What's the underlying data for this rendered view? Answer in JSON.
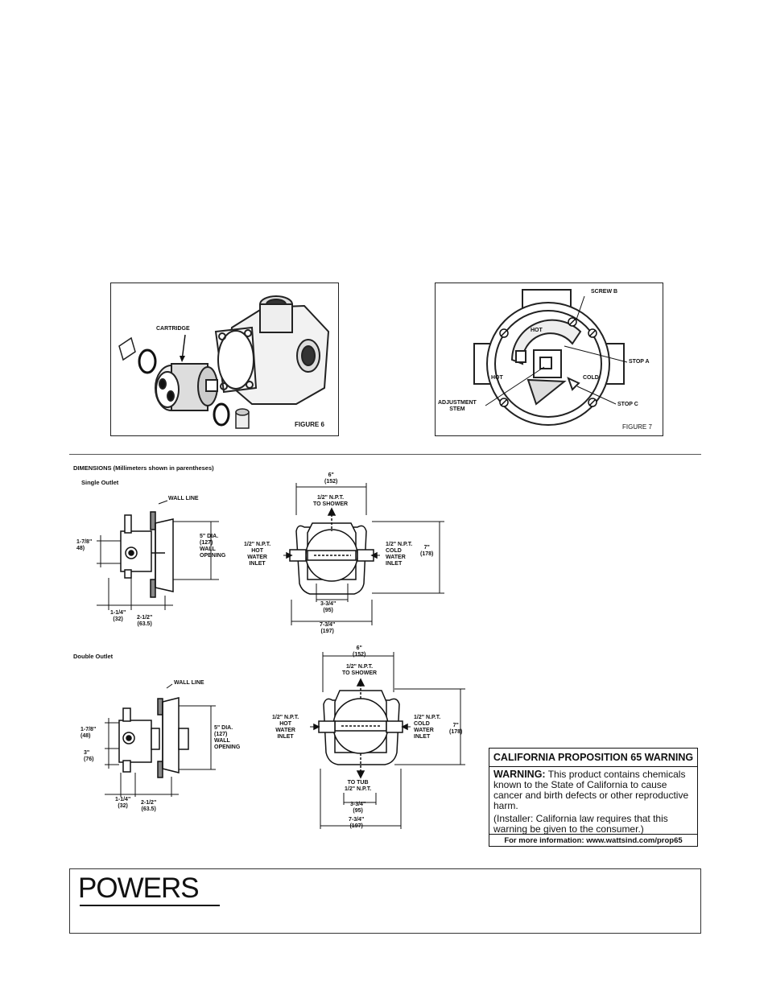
{
  "figure6": {
    "cartridge_label": "CARTRIDGE",
    "caption": "FIGURE 6"
  },
  "figure7": {
    "screw_b": "SCREW B",
    "hot_top": "HOT",
    "stop_a": "STOP A",
    "hot_left": "HOT",
    "cold": "COLD",
    "adjustment_stem": "ADJUSTMENT\nSTEM",
    "stop_c": "STOP C",
    "caption": "FIGURE 7"
  },
  "dimensions": {
    "heading_bold": "DIMENSIONS",
    "heading_rest": " (Millimeters shown in parentheses)",
    "single": {
      "title": "Single Outlet",
      "wall_line": "WALL LINE",
      "left_dim": "1-7/8\"\n48)",
      "wall_opening": "5\" DIA.\n(127)\nWALL\nOPENING",
      "dim_a": "1-1/4\"\n(32)",
      "dim_b": "2-1/2\"\n(63.5)",
      "width_top": "6\"\n(152)",
      "to_shower": "1/2\" N.P.T.\nTO SHOWER",
      "hot_inlet": "1/2\" N.P.T.\nHOT\nWATER\nINLET",
      "cold_inlet": "1/2\" N.P.T.\nCOLD\nWATER\nINLET",
      "height": "7\"\n(178)",
      "inner_width": "3-3/4\"\n(95)",
      "outer_width": "7-3/4\"\n(197)"
    },
    "double": {
      "title": "Double Outlet",
      "wall_line": "WALL LINE",
      "left_dim": "1-7/8\"\n(48)",
      "left_dim2": "3\"\n(76)",
      "wall_opening": "5\" DIA.\n(127)\nWALL\nOPENING",
      "dim_a": "1-1/4\"\n(32)",
      "dim_b": "2-1/2\"\n(63.5)",
      "width_top": "6\"\n(152)",
      "to_shower": "1/2\" N.P.T.\nTO SHOWER",
      "hot_inlet": "1/2\" N.P.T.\nHOT\nWATER\nINLET",
      "cold_inlet": "1/2\" N.P.T.\nCOLD\nWATER\nINLET",
      "height": "7\"\n(178)",
      "to_tub": "TO TUB\n1/2\" N.P.T.",
      "inner_width": "3-3/4\"\n(95)",
      "outer_width": "7-3/4\"\n(197)"
    }
  },
  "warning": {
    "title": "CALIFORNIA PROPOSITION 65 WARNING",
    "label": "WARNING:",
    "text": " This product contains chemicals known to the State of California to cause cancer and birth defects or other reproductive harm.",
    "installer": "(Installer:  California law requires that this warning be given to the consumer.)",
    "more": "For more information:  www.wattsind.com/prop65"
  },
  "footer": {
    "brand": "POWERS"
  }
}
